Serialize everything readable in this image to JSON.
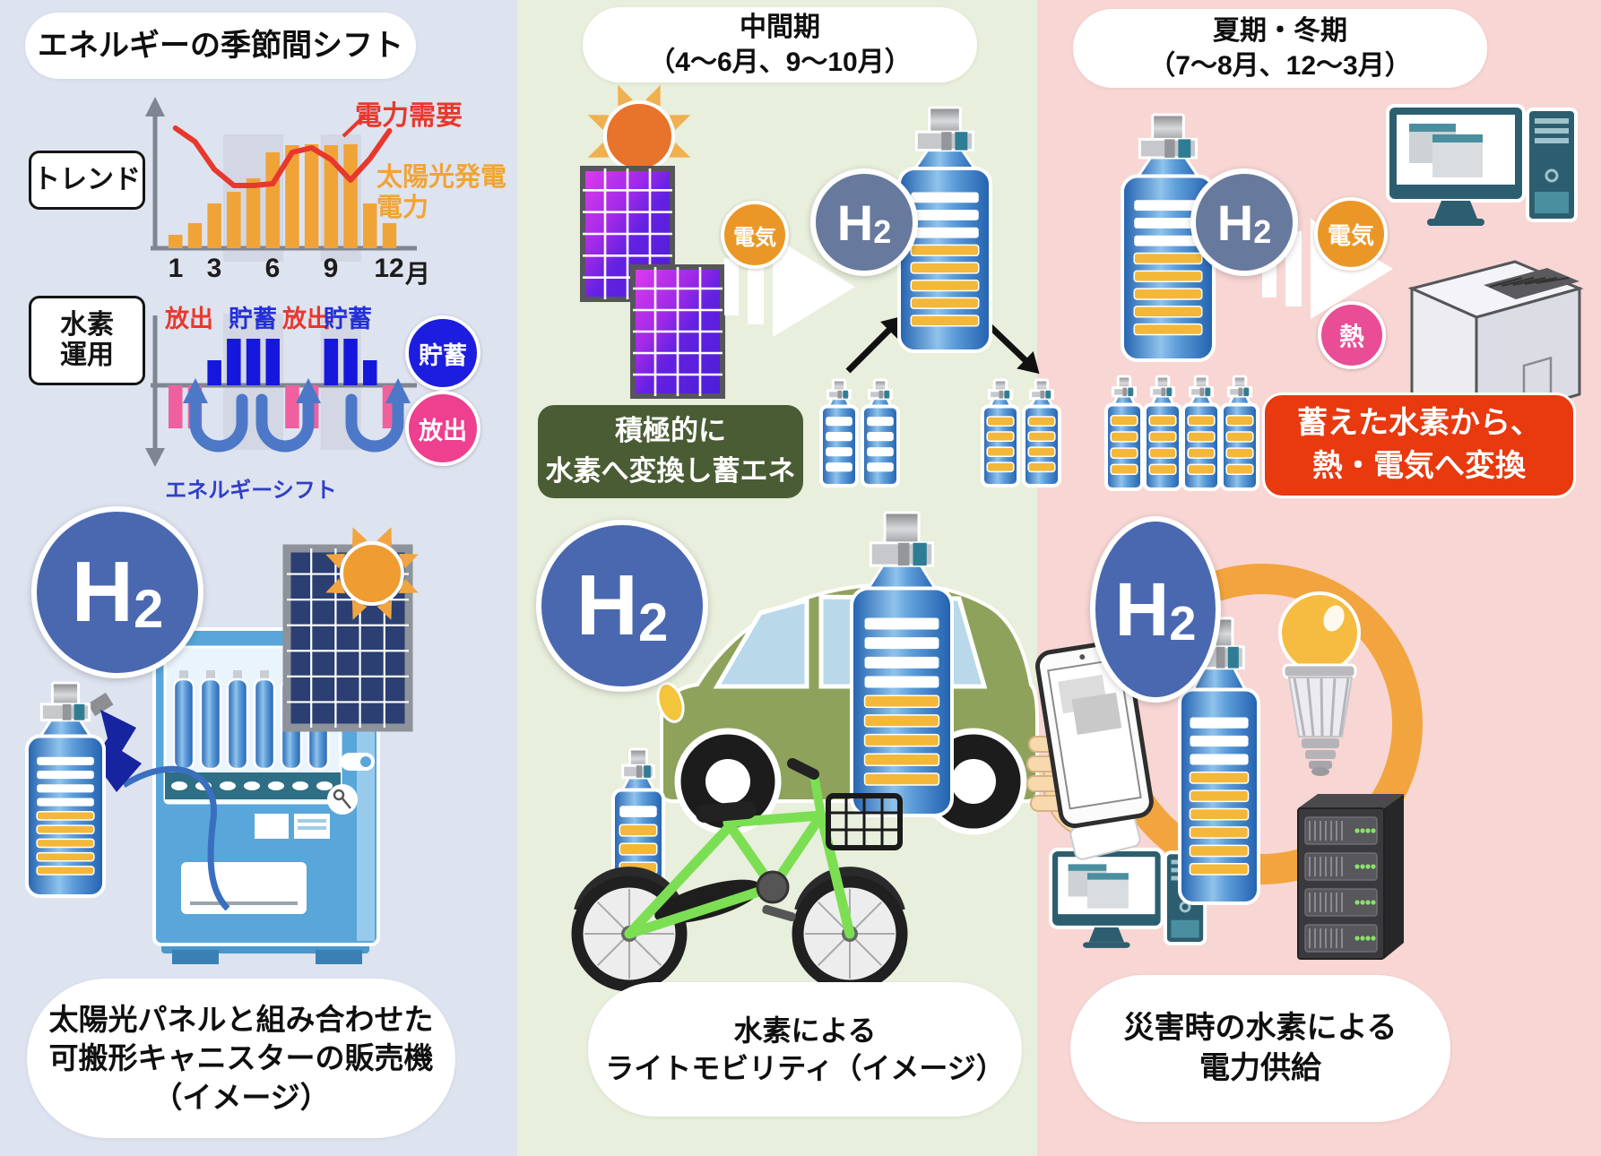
{
  "colors": {
    "left_bg": "#dee3f0",
    "middle_bg": "#e8efdc",
    "right_bg": "#f8d6d4",
    "bar_orange": "#f0a437",
    "line_red": "#e8382d",
    "store_blue": "#1617dd",
    "release_pink": "#f0609f",
    "badge_store_bg": "#1d1ddf",
    "badge_release_bg": "#ef3f8f",
    "h2_blue": "#4a68b0",
    "h2_slate": "#68799e",
    "elec_orange": "#eb9727",
    "heat_pink": "#e94d95",
    "box_green": "#4a5c33",
    "box_red": "#e8390f",
    "shift_blue": "#2f3fc8",
    "arrow_blue": "#4d78c8",
    "band_gray": "#c9cfdb",
    "axis_gray": "#808691"
  },
  "h2": {
    "symbol": "H",
    "sub": "2"
  },
  "left": {
    "title": "エネルギーの季節間シフト",
    "trend_label": "トレンド",
    "hydro_label_1": "水素",
    "hydro_label_2": "運用",
    "demand_label": "電力需要",
    "solar_label_1": "太陽光発電",
    "solar_label_2": "電力",
    "ticks": [
      "1",
      "3",
      "6",
      "9",
      "12"
    ],
    "month_unit": "月",
    "phases": [
      "放出",
      "貯蓄",
      "放出",
      "貯蓄"
    ],
    "store_badge": "貯蓄",
    "release_badge": "放出",
    "shift_label": "エネルギーシフト",
    "caption_1": "太陽光パネルと組み合わせた",
    "caption_2": "可搬形キャニスターの販売機",
    "caption_3": "（イメージ）"
  },
  "middle": {
    "title_1": "中間期",
    "title_2": "（4～6月、9～10月）",
    "elec_badge": "電気",
    "box_1": "積極的に",
    "box_2": "水素へ変換し蓄エネ",
    "caption_1": "水素による",
    "caption_2": "ライトモビリティ（イメージ）"
  },
  "right": {
    "title_1": "夏期・冬期",
    "title_2": "（7～8月、12～3月）",
    "elec_badge": "電気",
    "heat_badge": "熱",
    "box_1": "蓄えた水素から、",
    "box_2": "熱・電気へ変換",
    "caption_1": "災害時の水素による",
    "caption_2": "電力供給"
  },
  "chart_data": [
    {
      "type": "bar+line",
      "title": "トレンド",
      "x_unit": "月",
      "categories": [
        1,
        2,
        3,
        4,
        5,
        6,
        7,
        8,
        9,
        10,
        11,
        12
      ],
      "x_ticks_shown": [
        "1",
        "3",
        "6",
        "9",
        "12"
      ],
      "bar_series": {
        "name": "太陽光発電電力",
        "values": [
          15,
          28,
          50,
          63,
          78,
          107,
          115,
          116,
          115,
          116,
          50,
          28
        ]
      },
      "line_series": {
        "name": "電力需要",
        "values": [
          134,
          119,
          88,
          70,
          70,
          72,
          107,
          112,
          99,
          76,
          100,
          131
        ]
      },
      "highlight_months": [
        [
          4,
          6
        ],
        [
          9,
          10
        ]
      ],
      "grid": false,
      "note": "relative units, no numeric axis shown in source"
    },
    {
      "type": "diverging_bar",
      "title": "水素運用",
      "categories": [
        1,
        2,
        3,
        4,
        5,
        6,
        7,
        8,
        9,
        10,
        11,
        12
      ],
      "values": [
        -48,
        -48,
        28,
        52,
        52,
        52,
        -48,
        -48,
        52,
        52,
        28,
        -48
      ],
      "positive_label": "貯蓄",
      "negative_label": "放出",
      "phase_labels": [
        "放出",
        "貯蓄",
        "放出",
        "貯蓄"
      ],
      "highlight_months": [
        [
          4,
          6
        ],
        [
          9,
          10
        ]
      ],
      "annotation": "エネルギーシフト",
      "note": "positive = store hydrogen, negative = release hydrogen"
    }
  ]
}
